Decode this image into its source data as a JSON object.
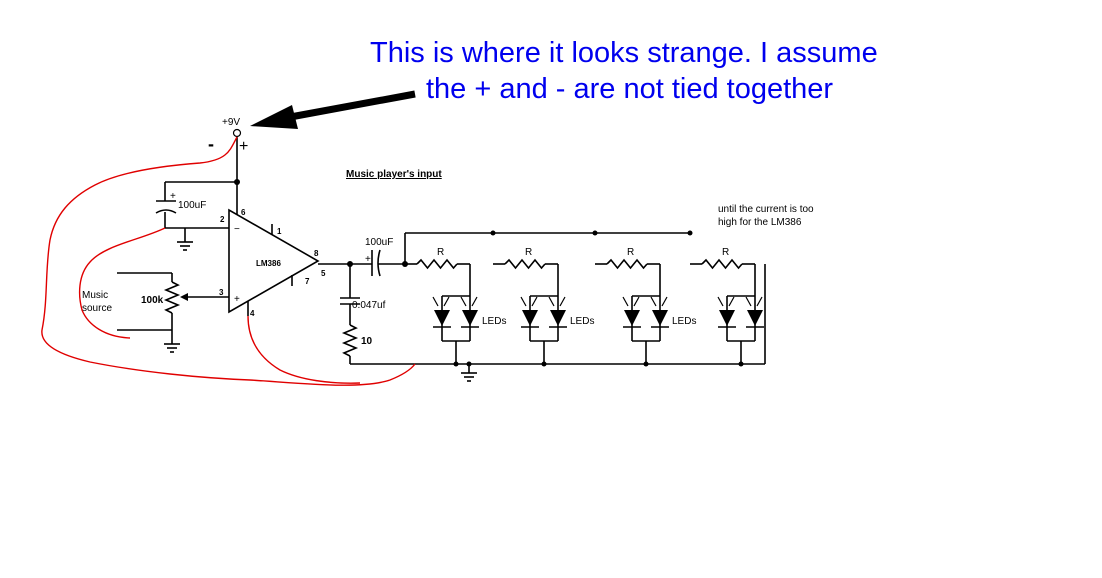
{
  "annotation": {
    "line1": "This is where it looks strange. I assume",
    "line2": "the + and - are not tied together"
  },
  "labels": {
    "supply": "+9V",
    "minus": "-",
    "plus_mark": "+",
    "music_players_input": "Music player's input",
    "note_line1": "until the current is too",
    "note_line2": "high for the LM386",
    "cap_in": "100uF",
    "cap_out": "100uF",
    "cap_pin1_plus": "+",
    "cap_out_plus": "+",
    "pin2": "2",
    "pin6": "6",
    "pin1": "1",
    "pin8": "8",
    "pin7": "7",
    "pin5": "5",
    "pin3": "3",
    "pin4": "4",
    "opamp_minus": "−",
    "opamp_plus": "+",
    "chip": "LM386",
    "music": "Music",
    "source": "source",
    "pot": "100k",
    "cap_filter": "0.047uf",
    "res_10": "10",
    "r_labels": [
      "R",
      "R",
      "R",
      "R"
    ],
    "leds_labels": [
      "LEDs",
      "LEDs",
      "LEDs"
    ]
  },
  "colors": {
    "annotation": "#0000ee",
    "wires": "#000000",
    "hand_drawn": "#e00000"
  }
}
